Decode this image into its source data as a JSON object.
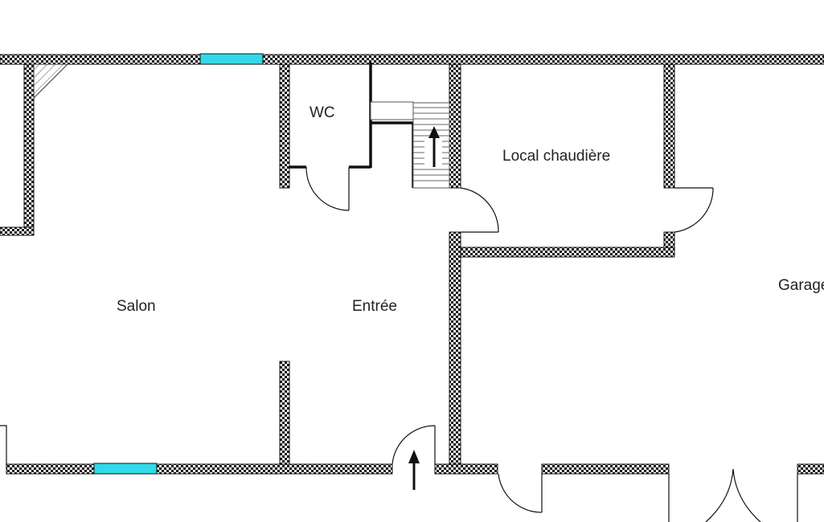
{
  "rooms": {
    "wc": "WC",
    "chaufferie": "Local chaudière",
    "salon": "Salon",
    "entree": "Entrée",
    "garage": "Garage"
  },
  "colors": {
    "wall_pattern": "#111111",
    "window": "#33d9e8",
    "line": "#111111",
    "background": "#ffffff"
  }
}
